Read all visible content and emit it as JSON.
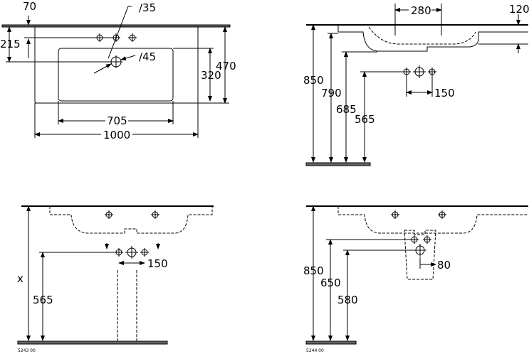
{
  "views": {
    "top": {
      "dims": {
        "edge_to_tap": "70",
        "tap_hole": "∕35",
        "edge_to_drain": "215",
        "drain": "∕45",
        "depth_total": "470",
        "bowl_depth": "320",
        "bowl_width": "705",
        "width_total": "1000"
      }
    },
    "side": {
      "dims": {
        "tap_spacing": "280",
        "rim_height": "120",
        "h850": "850",
        "h790": "790",
        "h685": "685",
        "h565": "565",
        "waste_spacing": "150"
      }
    },
    "pedestal": {
      "dims": {
        "x": "x",
        "h565": "565",
        "waste_spacing": "150"
      },
      "code": "5243 00"
    },
    "semi_pedestal": {
      "dims": {
        "h850": "850",
        "h650": "650",
        "h580": "580",
        "waste_spacing": "80"
      },
      "code": "5244 00"
    }
  }
}
